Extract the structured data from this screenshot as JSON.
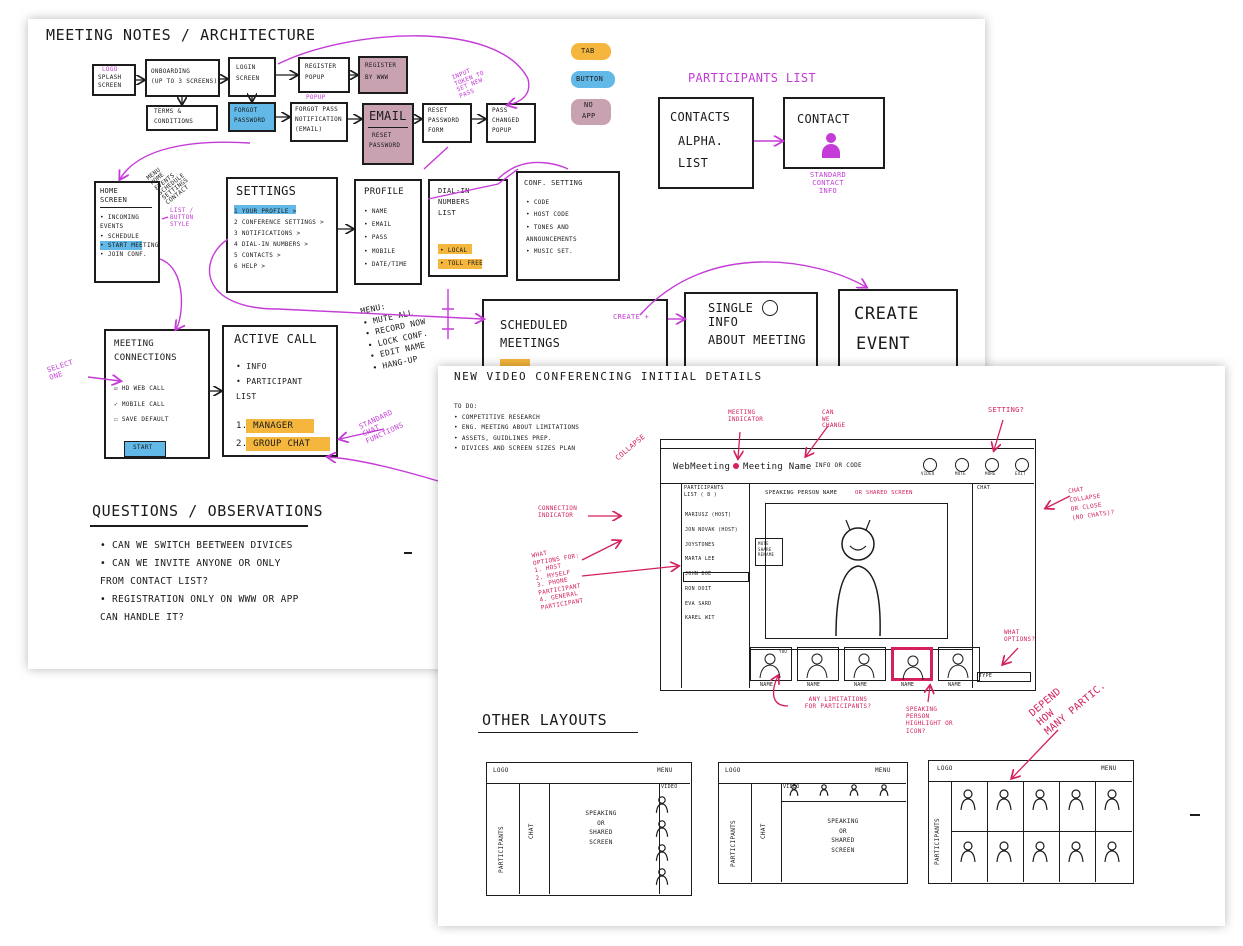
{
  "sheet1": {
    "title": "MEETING NOTES / ARCHITECTURE",
    "flow": {
      "splash": [
        "LOGO",
        "SPLASH",
        "SCREEN"
      ],
      "onboarding": [
        "ONBOARDING",
        "(UP TO 3 SCREENS)"
      ],
      "login": [
        "LOGIN",
        "SCREEN"
      ],
      "register_popup": [
        "REGISTER",
        "POPUP"
      ],
      "register_web": [
        "REGISTER",
        "BY WWW"
      ],
      "terms": [
        "TERMS &",
        "CONDITIONS"
      ],
      "forgot": [
        "FORGOT",
        "PASSWORD"
      ],
      "forgot_notification": [
        "POPUP",
        "FORGOT PASS",
        "NOTIFICATION",
        "(EMAIL)"
      ],
      "email": [
        "EMAIL",
        "RESET",
        "PASSWORD"
      ],
      "reset_form": [
        "RESET",
        "PASSWORD",
        "FORM"
      ],
      "pass_changed": [
        "PASS",
        "CHANGED",
        "POPUP"
      ],
      "reset_note": [
        "INPUT",
        "TOKEN TO",
        "SET NEW",
        "PASS"
      ]
    },
    "legend": {
      "tab": "TAB",
      "button": "BUTTON",
      "no_app": [
        "NO",
        "APP"
      ]
    },
    "participants": {
      "label": "PARTICIPANTS LIST",
      "contacts": [
        "CONTACTS",
        "ALPHA.",
        "LIST"
      ],
      "contact": "CONTACT",
      "contact_note": [
        "STANDARD",
        "CONTACT",
        "INFO"
      ]
    },
    "menu_note": [
      "MENU",
      "HOME",
      "EVENTS",
      "SCHEDULE",
      "SETTINGS",
      "CONTACT"
    ],
    "home": {
      "title": [
        "HOME",
        "SCREEN"
      ],
      "items": [
        "• INCOMING",
        "  EVENTS",
        "• SCHEDULE",
        "• START MEETING",
        "• JOIN CONF."
      ],
      "style_note": [
        "LIST /",
        "BUTTON",
        "STYLE"
      ]
    },
    "settings": {
      "title": "SETTINGS",
      "items": [
        "1 YOUR PROFILE >",
        "2 CONFERENCE SETTINGS >",
        "3 NOTIFICATIONS >",
        "4 DIAL-IN NUMBERS >",
        "5 CONTACTS >",
        "6 HELP >"
      ]
    },
    "profile": {
      "title": "PROFILE",
      "items": [
        "• NAME",
        "• EMAIL",
        "• PASS",
        "• MOBILE",
        "• DATE/TIME"
      ]
    },
    "dialin": {
      "title": [
        "DIAL-IN",
        "NUMBERS",
        "LIST"
      ],
      "items": [
        "• LOCAL",
        "• TOLL FREE"
      ]
    },
    "conf": {
      "title": "CONF. SETTING",
      "items": [
        "• CODE",
        "• HOST CODE",
        "• TONES AND",
        "  ANNOUNCEMENTS",
        "• MUSIC SET."
      ]
    },
    "meeting_conn": {
      "title": [
        "MEETING",
        "CONNECTIONS"
      ],
      "items": [
        "☑ HD WEB CALL",
        "✓ MOBILE CALL",
        "☐ SAVE DEFAULT"
      ],
      "start": "START",
      "select_note": [
        "SELECT",
        "ONE"
      ]
    },
    "active": {
      "title": "ACTIVE CALL",
      "items": [
        "• INFO",
        "• PARTICIPANT",
        "  LIST"
      ],
      "manager": "1. MANAGER",
      "group": "2. GROUP CHAT",
      "chat_note": [
        "STANDARD",
        "CHAT",
        "FUNCTIONS"
      ]
    },
    "active_menu": [
      "MENU:",
      "• MUTE ALL",
      "• RECORD NOW",
      "• LOCK CONF.",
      "• EDIT NAME",
      "• HANG-UP"
    ],
    "scheduled": {
      "title": [
        "SCHEDULED",
        "MEETINGS"
      ],
      "create_note": "CREATE +"
    },
    "single": [
      "SINGLE",
      "INFO",
      "ABOUT MEETING"
    ],
    "create_event": [
      "CREATE",
      "EVENT"
    ],
    "questions": {
      "title": "QUESTIONS / OBSERVATIONS",
      "items": [
        "• CAN WE SWITCH BEETWEEN DIVICES",
        "• CAN WE INVITE ANYONE OR ONLY",
        "  FROM CONTACT LIST?",
        "• REGISTRATION ONLY ON WWW OR APP",
        "  CAN HANDLE IT?"
      ]
    }
  },
  "sheet2": {
    "title": "NEW VIDEO CONFERENCING INITIAL DETAILS",
    "todo": [
      "TO DO:",
      "• COMPETITIVE RESEARCH",
      "• ENG. MEETING ABOUT LIMITATIONS",
      "• ASSETS, GUIDLINES PREP.",
      "• DIVICES AND SCREEN SIZES PLAN"
    ],
    "annotations": {
      "meeting_indicator": [
        "MEETING",
        "INDICATOR"
      ],
      "can_we_change": [
        "CAN",
        "WE",
        "CHANGE"
      ],
      "settings": "SETTING?",
      "collapse": "COLLAPSE",
      "connection": [
        "CONNECTION",
        "INDICATOR"
      ],
      "what_options": [
        "WHAT",
        "OPTIONS FOR:",
        "1. HOST",
        "2. MYSELF",
        "3. PHONE",
        "   PARTICIPANT",
        "4. GENERAL",
        "   PARTICIPANT"
      ],
      "chat_collapse": [
        "CHAT",
        "COLLAPSE",
        "OR CLOSE",
        "(NO CHATS)?"
      ],
      "what_options_2": [
        "WHAT",
        "OPTIONS?"
      ],
      "limitations": [
        "ANY LIMITATIONS",
        "FOR PARTICIPANTS?"
      ],
      "speaking_highlight": [
        "SPEAKING",
        "PERSON",
        "HIGHLIGHT OR",
        "ICON?"
      ]
    },
    "app": {
      "brand": "WebMeeting",
      "meeting_name": "Meeting Name",
      "info_code": "INFO OR CODE",
      "toolbar": [
        "VIDEO",
        "MUTE",
        "MORE",
        "EXIT"
      ],
      "participants_header": [
        "PARTICIPANTS",
        "LIST ( 8 )"
      ],
      "participants": [
        "MARIUSZ (HOST)",
        "JON NOVAK (HOST)",
        "JOYSTONES",
        "MARTA LEE",
        "JOHN DOE",
        "RON DOIT",
        "EVA SARD",
        "KAREL WIT"
      ],
      "row_menu": [
        "MUTE",
        "SHARE",
        "RENAME"
      ],
      "speaker_label": "SPEAKING PERSON NAME",
      "shared_label": "OR SHARED SCREEN",
      "chat_header": "CHAT",
      "thumbs": [
        "NAME",
        "NAME",
        "NAME",
        "NAME",
        "NAME"
      ],
      "you": "YOU",
      "type": "TYPE"
    },
    "other_layouts": {
      "title": "OTHER LAYOUTS",
      "depend_note": [
        "DEPEND",
        "HOW",
        "MANY PARTIC."
      ],
      "logo": "LOGO",
      "menu": "MENU",
      "participants": "PARTICIPANTS",
      "chat": "CHAT",
      "video": "VIDEO",
      "center": [
        "SPEAKING",
        "OR",
        "SHARED",
        "SCREEN"
      ]
    }
  },
  "colors": {
    "ink": "#1c1c1c",
    "purple": "#c53bd8",
    "magenta": "#d4205e",
    "tab": "#f4b63c",
    "button": "#62b8e6",
    "no_app": "#c9a2b2"
  }
}
